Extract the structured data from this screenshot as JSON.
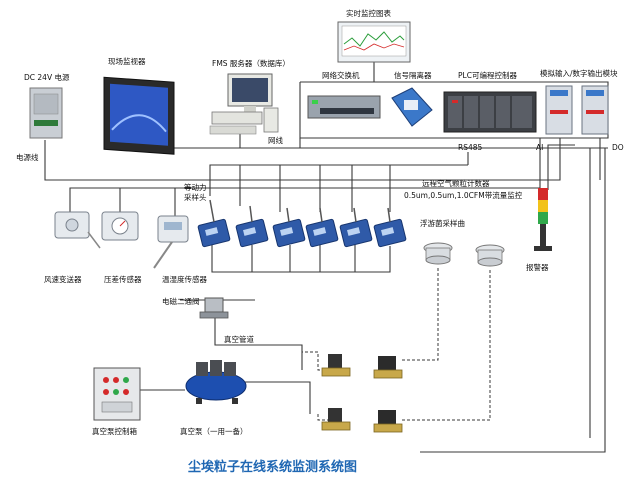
{
  "title": "尘埃粒子在线系统监测系统图",
  "labels": {
    "realtime_chart": "实时监控图表",
    "dc24v": "DC 24V 电源",
    "field_monitor": "现场监视器",
    "fms_server": "FMS 服务器（数据库）",
    "switch": "网络交换机",
    "isolator": "信号隔离器",
    "plc": "PLC可编程控制器",
    "io_module": "模拟输入/数字输出模块",
    "power_line": "电源线",
    "network_line": "网线",
    "rs485": "RS485",
    "ai": "AI",
    "do": "DO",
    "isokinetic_1": "等动力",
    "isokinetic_2": "采样头",
    "remote_counter": "远程空气颗粒计数器",
    "remote_counter_spec": "0.5um,0.5um,1.0CFM带流量监控",
    "wind_speed": "风速变送器",
    "diff_pressure": "压差传感器",
    "temp_humidity": "温湿度传感器",
    "plankton": "浮游菌采样曲",
    "alarm": "报警器",
    "solenoid": "电磁二通阀",
    "vacuum_pipe": "真空管道",
    "pump_cabinet": "真空泵控制箱",
    "vacuum_pump": "真空泵（一用一备）"
  },
  "colors": {
    "title": "#1f67b3",
    "wire": "#3a3a3a",
    "sensor_blue": "#2f5aa8",
    "module_gray": "#d8dde4",
    "alarm_red": "#d42a2a",
    "alarm_yellow": "#f2c21a",
    "alarm_green": "#2fa84a",
    "pump_blue": "#1d4fb0"
  }
}
